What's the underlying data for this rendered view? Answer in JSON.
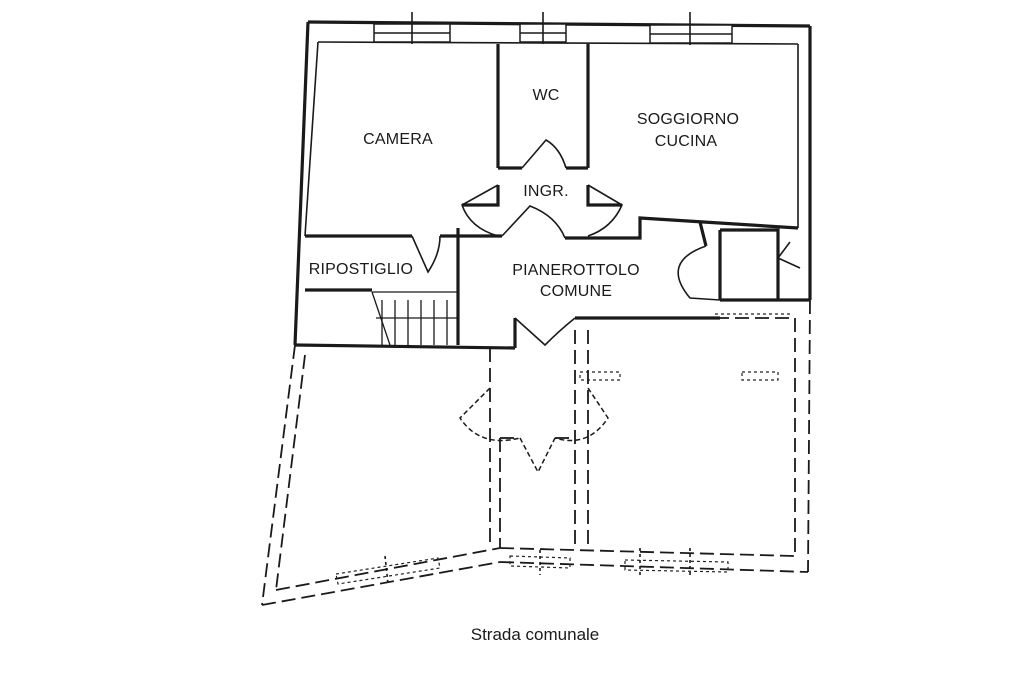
{
  "rooms": {
    "camera": "CAMERA",
    "wc": "WC",
    "soggiorno_line1": "SOGGIORNO",
    "soggiorno_line2": "CUCINA",
    "ingresso": "INGR.",
    "ripostiglio": "RIPOSTIGLIO",
    "pianerottolo_line1": "PIANEROTTOLO",
    "pianerottolo_line2": "COMUNE"
  },
  "street": "Strada comunale"
}
